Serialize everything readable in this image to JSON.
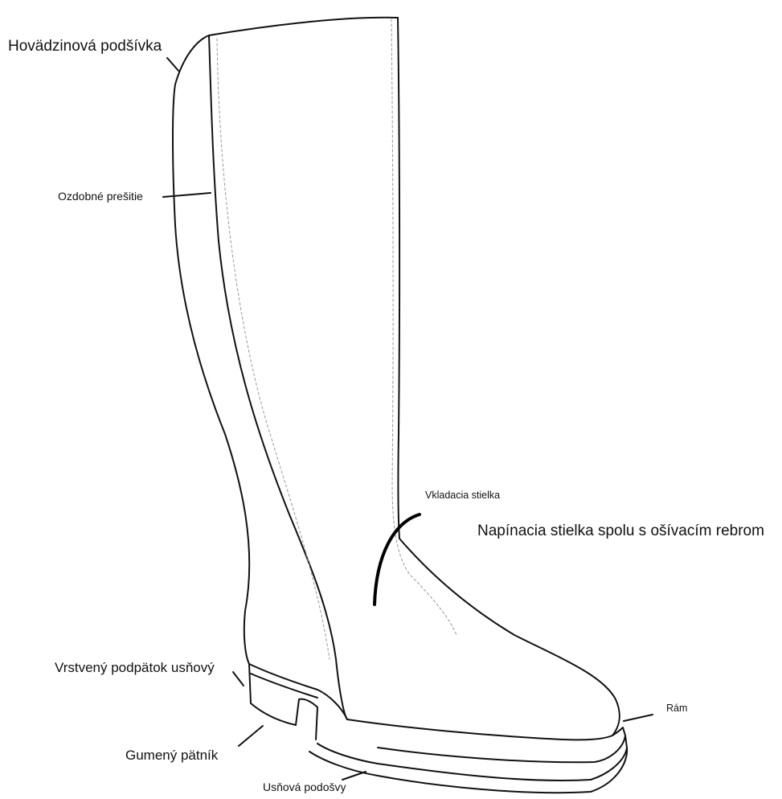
{
  "diagram": {
    "labels": {
      "lining": "Hovädzinová podšívka",
      "stitching": "Ozdobné prešitie",
      "insole": "Vkladacia stielka",
      "welt_insole": "Napínacia stielka spolu s  ošívacím rebrom",
      "heel": "Vrstvený podpätok usňový",
      "heel_pad": "Gumený pätník",
      "welt": "Rám",
      "sole": "Usňová podošvy"
    }
  }
}
